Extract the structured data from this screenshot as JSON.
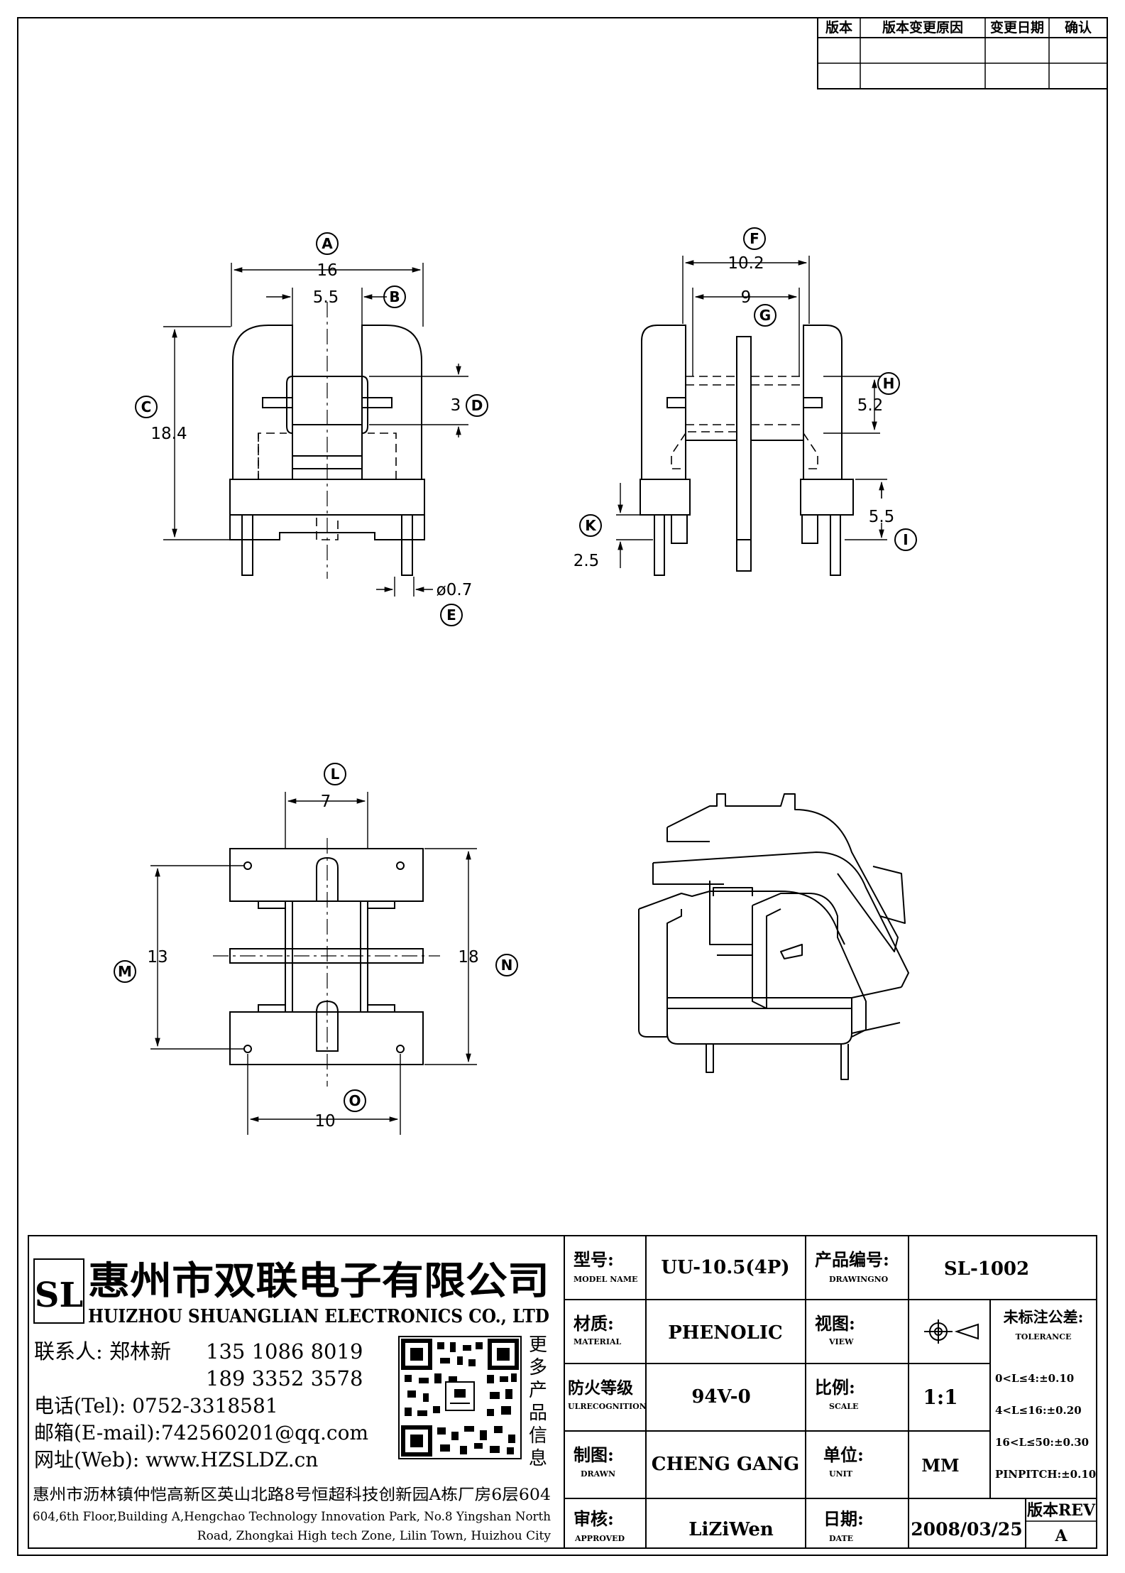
{
  "revision_table": {
    "headers": [
      "版本",
      "版本变更原因",
      "变更日期",
      "确认"
    ],
    "rows": [
      [
        "",
        "",
        "",
        ""
      ],
      [
        "",
        "",
        "",
        ""
      ]
    ]
  },
  "dimensions": {
    "A": {
      "letter": "A",
      "value": "16"
    },
    "B": {
      "letter": "B",
      "value": "5.5"
    },
    "C": {
      "letter": "C",
      "value": "18.4"
    },
    "D": {
      "letter": "D",
      "value": "3"
    },
    "E": {
      "letter": "E",
      "value": "ø0.7"
    },
    "F": {
      "letter": "F",
      "value": "10.2"
    },
    "G": {
      "letter": "G",
      "value": "9"
    },
    "H": {
      "letter": "H",
      "value": "5.2"
    },
    "I": {
      "letter": "I",
      "value": "5.5"
    },
    "K": {
      "letter": "K",
      "value": "2.5"
    },
    "L": {
      "letter": "L",
      "value": "7"
    },
    "M": {
      "letter": "M",
      "value": "13"
    },
    "N": {
      "letter": "N",
      "value": "18"
    },
    "O": {
      "letter": "O",
      "value": "10"
    }
  },
  "company": {
    "logo_text": "SL",
    "name_cn": "惠州市双联电子有限公司",
    "name_en": "HUIZHOU SHUANGLIAN ELECTRONICS CO., LTD",
    "contact_label": "联系人: 郑林新",
    "phone1": "135 1086 8019",
    "phone2": "189 3352 3578",
    "tel": "电话(Tel): 0752-3318581",
    "email": "邮箱(E-mail):742560201@qq.com",
    "web": "网址(Web): www.HZSLDZ.cn",
    "qr_caption": [
      "更",
      "多",
      "产",
      "品",
      "信",
      "息"
    ],
    "address_cn": "惠州市沥林镇仲恺高新区英山北路8号恒超科技创新园A栋厂房6层604",
    "address_en_1": "604,6th Floor,Building A,Hengchao Technology Innovation Park, No.8 Yingshan North",
    "address_en_2": "Road, Zhongkai High tech Zone, Lilin Town, Huizhou City"
  },
  "title_block": {
    "model_label_cn": "型号:",
    "model_label_en": "MODEL NAME",
    "model_value": "UU-10.5(4P)",
    "drawno_label_cn": "产品编号:",
    "drawno_label_en": "DRAWINGNO",
    "drawno_value": "SL-1002",
    "material_label_cn": "材质:",
    "material_label_en": "MATERIAL",
    "material_value": "PHENOLIC",
    "view_label_cn": "视图:",
    "view_label_en": "VIEW",
    "tol_label_cn": "未标注公差:",
    "tol_label_en": "TOLERANCE",
    "tol_lines": [
      "0<L≤4:±0.10",
      "4<L≤16:±0.20",
      "16<L≤50:±0.30",
      "PINPITCH:±0.10"
    ],
    "ul_label_cn": "防火等级",
    "ul_label_en": "ULRECOGNITION",
    "ul_value": "94V-0",
    "scale_label_cn": "比例:",
    "scale_label_en": "SCALE",
    "scale_value": "1:1",
    "drawn_label_cn": "制图:",
    "drawn_label_en": "DRAWN",
    "drawn_value": "CHENG GANG",
    "unit_label_cn": "单位:",
    "unit_label_en": "UNIT",
    "unit_value": "MM",
    "approved_label_cn": "审核:",
    "approved_label_en": "APPROVED",
    "approved_value": "LiZiWen",
    "date_label_cn": "日期:",
    "date_label_en": "DATE",
    "date_value": "2008/03/25",
    "rev_label": "版本REV",
    "rev_value": "A"
  }
}
